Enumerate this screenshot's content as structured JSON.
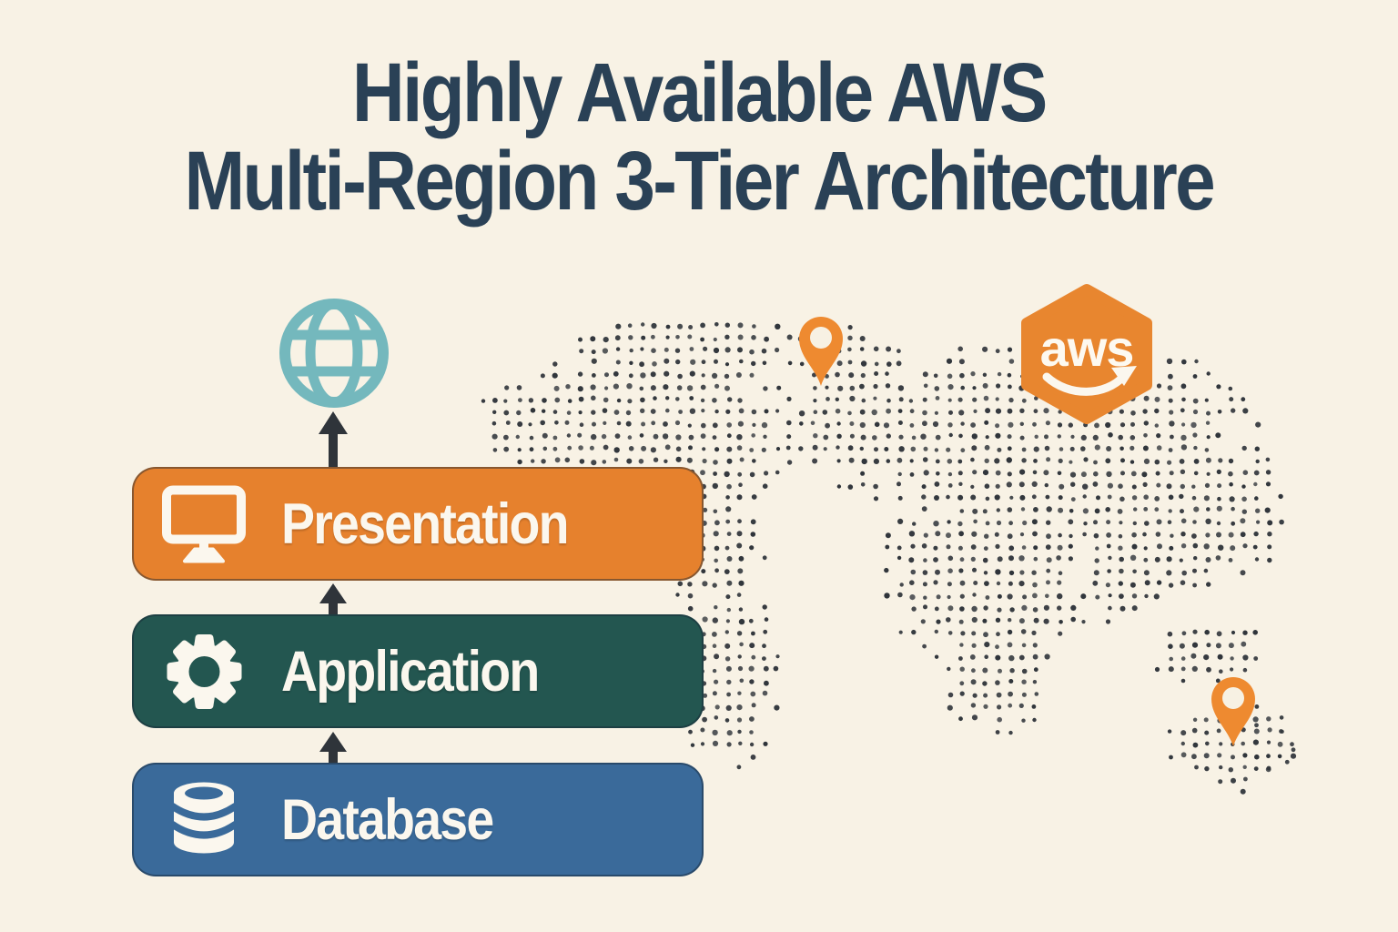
{
  "title": {
    "line1": "Highly Available AWS",
    "line2": "Multi-Region 3-Tier Architecture"
  },
  "tiers": [
    {
      "label": "Presentation",
      "icon": "monitor-icon",
      "color": "#E6812D"
    },
    {
      "label": "Application",
      "icon": "gear-icon",
      "color": "#235650"
    },
    {
      "label": "Database",
      "icon": "database-icon",
      "color": "#3A6A9A"
    }
  ],
  "internet": {
    "icon": "globe-icon",
    "color": "#74B8BD"
  },
  "aws_badge": {
    "text": "aws",
    "color": "#E8862F",
    "text_color": "#FDF9F0"
  },
  "map": {
    "icon": "dotted-world-map",
    "dot_color": "#2F343A",
    "pin_color": "#EE8A30",
    "pin_hole_color": "#F7F1E3",
    "pins": [
      {
        "name": "region-pin-north"
      },
      {
        "name": "region-pin-south"
      }
    ]
  },
  "colors": {
    "background": "#F8F2E5",
    "title_text": "#2A4156",
    "box_text": "#FBF7EE",
    "arrow": "#2F343A"
  }
}
